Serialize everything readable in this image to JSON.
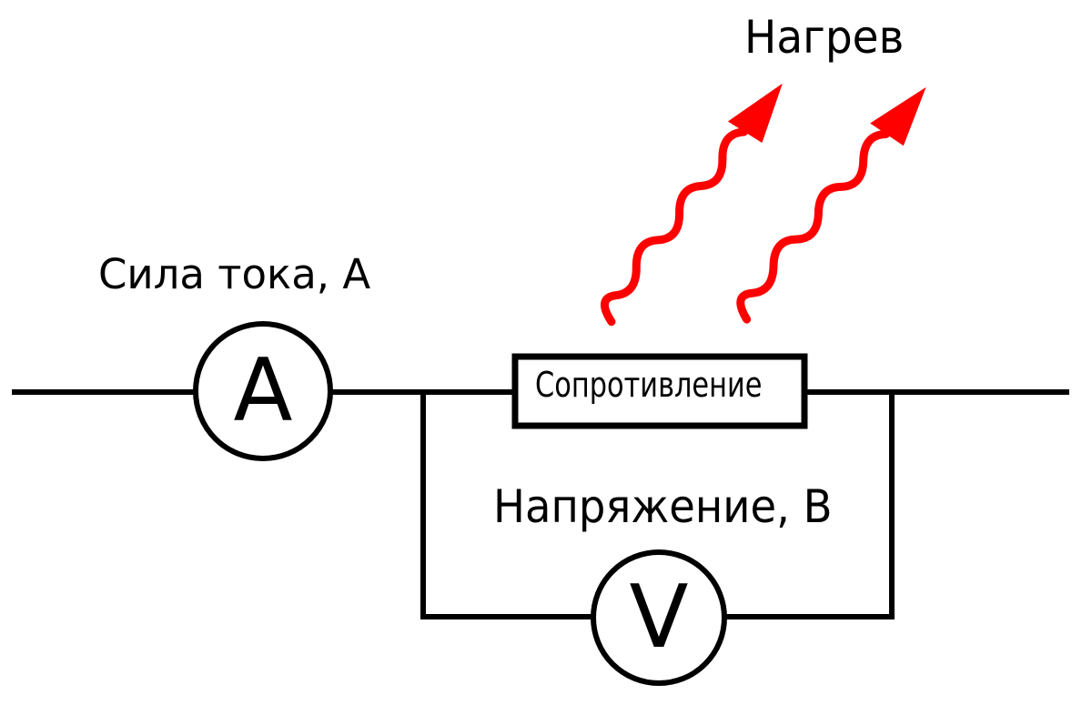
{
  "diagram": {
    "heat_label": "Нагрев",
    "current_label": "Сила тока, А",
    "voltage_label": "Напряжение, В",
    "resistor_label": "Сопротивление",
    "ammeter_symbol": "A",
    "voltmeter_symbol": "V",
    "icons": {
      "heat_arrow_left": "wavy-heat-arrow-up-right",
      "heat_arrow_right": "wavy-heat-arrow-up-right"
    },
    "colors": {
      "stroke": "#000000",
      "heat": "#ff0000",
      "background": "#ffffff"
    }
  }
}
